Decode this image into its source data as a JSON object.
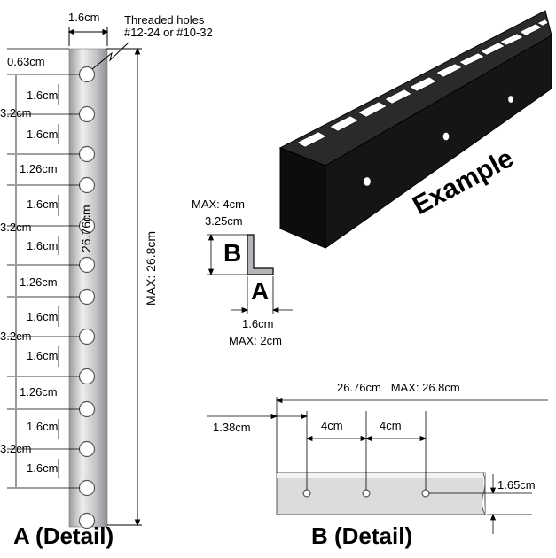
{
  "panel_a": {
    "width_label": "1.6cm",
    "note_line1": "Threaded holes",
    "note_line2": "#12-24 or #10-32",
    "top_offset": "0.63cm",
    "dims": [
      "1.6cm",
      "3.2cm",
      "1.6cm",
      "1.26cm",
      "1.6cm",
      "3.2cm",
      "1.6cm",
      "1.26cm",
      "1.6cm",
      "3.2cm",
      "1.6cm",
      "1.26cm",
      "1.6cm",
      "3.2cm",
      "1.6cm"
    ],
    "length_label": "26.76cm",
    "max_length_label": "MAX: 26.8cm",
    "title": "A (Detail)"
  },
  "profile": {
    "max_b": "MAX: 4cm",
    "b_value": "3.25cm",
    "b_letter": "B",
    "a_letter": "A",
    "a_value": "1.6cm",
    "max_a": "MAX: 2cm"
  },
  "example": {
    "label": "Example"
  },
  "panel_b": {
    "length_label": "26.76cm   MAX: 26.8cm",
    "offset_label": "1.38cm",
    "spacing1": "4cm",
    "spacing2": "4cm",
    "hole_height": "1.65cm",
    "title": "B (Detail)"
  },
  "colors": {
    "rail_metal": "#c9cacc",
    "rail_black": "#141414"
  }
}
